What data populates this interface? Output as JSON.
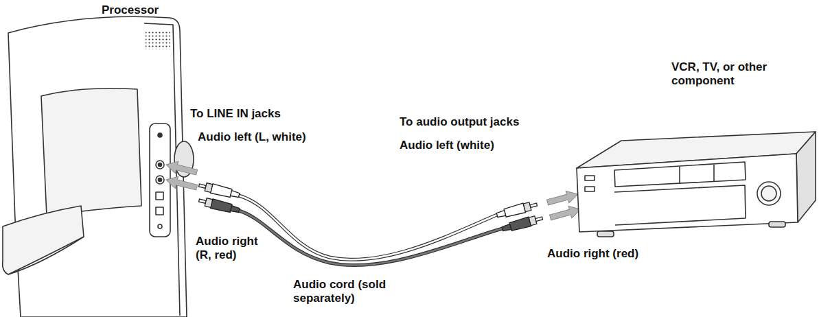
{
  "diagram": {
    "labels": [
      "Processor",
      "VCR, TV, or other component",
      "To LINE IN jacks",
      "Audio left (L, white)",
      "Audio right (R, red)",
      "Audio cord (sold separately)",
      "To audio output jacks",
      "Audio left (white)",
      "Audio right (red)"
    ]
  }
}
